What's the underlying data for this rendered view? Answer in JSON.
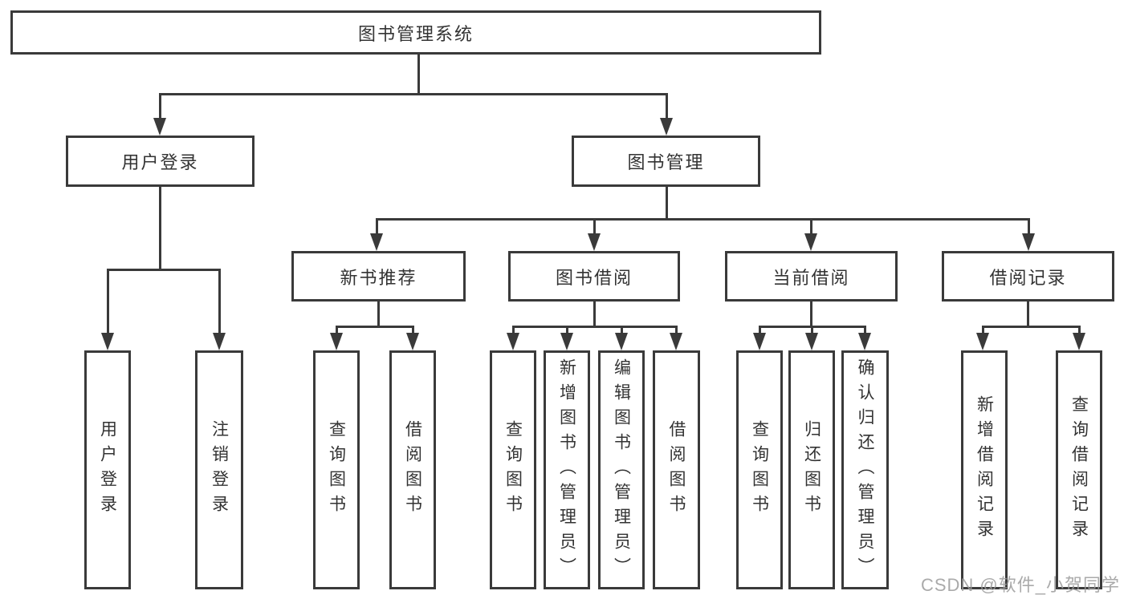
{
  "tree": {
    "root": "图书管理系统",
    "branches": [
      {
        "label": "用户登录",
        "children": [
          "用户登录",
          "注销登录"
        ]
      },
      {
        "label": "图书管理",
        "groups": [
          {
            "label": "新书推荐",
            "children": [
              "查询图书",
              "借阅图书"
            ]
          },
          {
            "label": "图书借阅",
            "children": [
              "查询图书",
              "新增图书（管理员）",
              "编辑图书（管理员）",
              "借阅图书"
            ]
          },
          {
            "label": "当前借阅",
            "children": [
              "查询图书",
              "归还图书",
              "确认归还（管理员）"
            ]
          },
          {
            "label": "借阅记录",
            "children": [
              "新增借阅记录",
              "查询借阅记录"
            ]
          }
        ]
      }
    ]
  },
  "watermark": "CSDN @软件_小贺同学",
  "colors": {
    "line": "#3a3a3a",
    "text": "#333333",
    "background": "#ffffff",
    "watermark": "#9b9b9b"
  }
}
